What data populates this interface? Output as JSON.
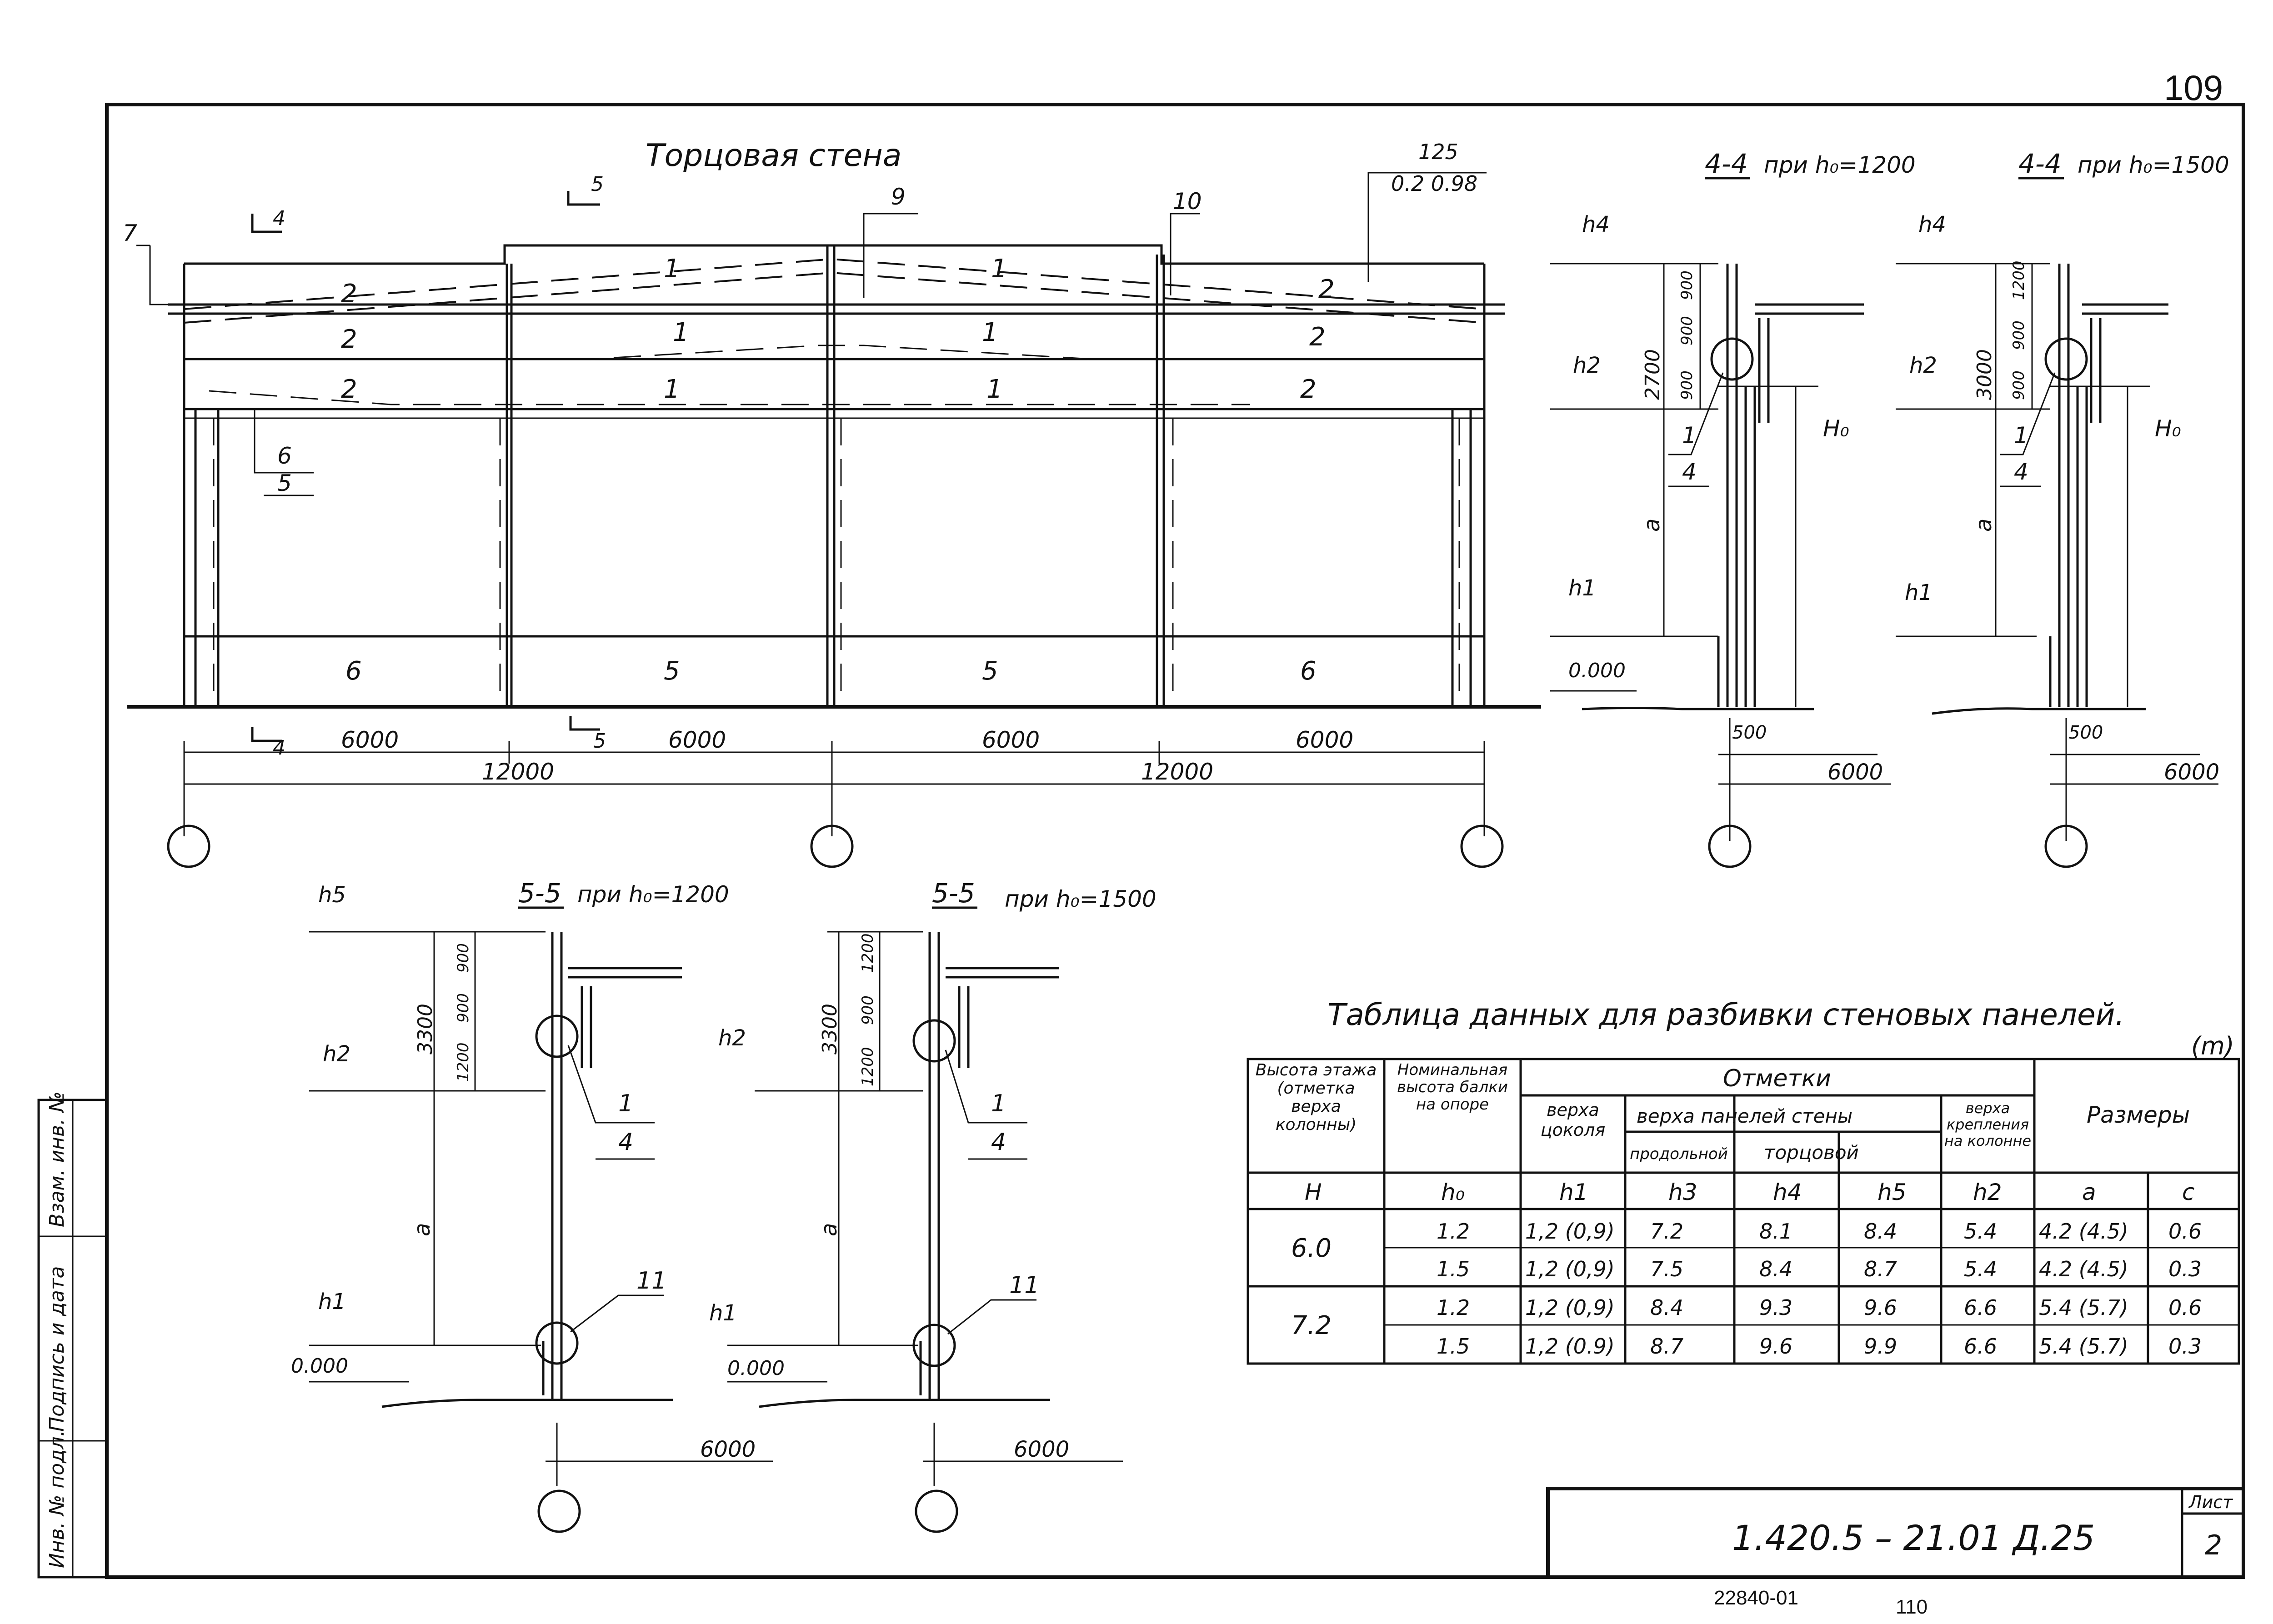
{
  "page_number": "109",
  "bottom_codes": {
    "left": "22840-01",
    "right": "110"
  },
  "elevation": {
    "title": "Торцовая стена",
    "top_callout_line1": "125",
    "top_callout_line2": "0.2   0.98",
    "callouts": [
      "7",
      "9",
      "10",
      "6",
      "5"
    ],
    "section_marks": [
      "4",
      "5",
      "4",
      "5"
    ],
    "panel_rows": [
      [
        "2",
        "1",
        "1",
        "2"
      ],
      [
        "2",
        "1",
        "1",
        "2"
      ],
      [
        "2",
        "1",
        "1",
        "2"
      ]
    ],
    "base_panels": [
      "6",
      "5",
      "5",
      "6"
    ],
    "bay_dims": [
      "6000",
      "6000",
      "6000",
      "6000"
    ],
    "span_dims": [
      "12000",
      "12000"
    ]
  },
  "sections_4_4": [
    {
      "title": "4-4",
      "subtitle": "при h₀=1200",
      "level_labels": [
        "h4",
        "h2",
        "h1",
        "0.000"
      ],
      "height_label": "2700",
      "panel_dims": [
        "900",
        "900",
        "900"
      ],
      "a_label": "a",
      "H_label": "H₀",
      "callouts": [
        "1",
        "4"
      ],
      "dims": [
        "500",
        "6000"
      ]
    },
    {
      "title": "4-4",
      "subtitle": "при h₀=1500",
      "level_labels": [
        "h4",
        "h2",
        "h1"
      ],
      "height_label": "3000",
      "panel_dims": [
        "1200",
        "900",
        "900"
      ],
      "a_label": "a",
      "H_label": "H₀",
      "callouts": [
        "1",
        "4"
      ],
      "dims": [
        "500",
        "6000"
      ]
    }
  ],
  "sections_5_5": [
    {
      "title": "5-5",
      "subtitle": "при h₀=1200",
      "level_labels": [
        "h5",
        "h2",
        "h1",
        "0.000"
      ],
      "height_label": "3300",
      "panel_dims": [
        "900",
        "900",
        "1200"
      ],
      "a_label": "a",
      "callouts": [
        "1",
        "4",
        "11"
      ],
      "dims": [
        "6000"
      ]
    },
    {
      "title": "5-5",
      "subtitle": "при h₀=1500",
      "level_labels": [
        "h2",
        "h1",
        "0.000"
      ],
      "height_label": "3300",
      "panel_dims": [
        "1200",
        "900",
        "1200"
      ],
      "a_label": "a",
      "callouts": [
        "1",
        "4",
        "11"
      ],
      "dims": [
        "6000"
      ]
    }
  ],
  "table": {
    "caption": "Таблица данных для разбивки стеновых панелей.",
    "unit": "(m)",
    "col1": "Высота этажа (отметка верха колонны)",
    "col2": "Номинальная высота балки на опоре",
    "group": "Отметки",
    "g_h1": "верха цоколя",
    "g_panels": "верха панелей стены",
    "g_prod": "продольной",
    "g_tor": "торцовой",
    "g_h2": "верха крепления на колонне",
    "sizes": "Размеры",
    "symbols": [
      "H",
      "h₀",
      "h1",
      "h3",
      "h4",
      "h5",
      "h2",
      "a",
      "c"
    ],
    "groups": [
      {
        "H": "6.0",
        "rows": [
          [
            "1.2",
            "1,2 (0,9)",
            "7.2",
            "8.1",
            "8.4",
            "5.4",
            "4.2 (4.5)",
            "0.6"
          ],
          [
            "1.5",
            "1,2 (0,9)",
            "7.5",
            "8.4",
            "8.7",
            "5.4",
            "4.2 (4.5)",
            "0.3"
          ]
        ]
      },
      {
        "H": "7.2",
        "rows": [
          [
            "1.2",
            "1,2 (0,9)",
            "8.4",
            "9.3",
            "9.6",
            "6.6",
            "5.4 (5.7)",
            "0.6"
          ],
          [
            "1.5",
            "1,2 (0.9)",
            "8.7",
            "9.6",
            "9.9",
            "6.6",
            "5.4 (5.7)",
            "0.3"
          ]
        ]
      }
    ]
  },
  "stamp": {
    "code": "1.420.5 – 21.01   Д.25",
    "sheet_label": "Лист",
    "sheet_number": "2"
  },
  "side_stamp": [
    "Инв. № подл.",
    "Подпись и дата",
    "Взам. инв. №"
  ]
}
